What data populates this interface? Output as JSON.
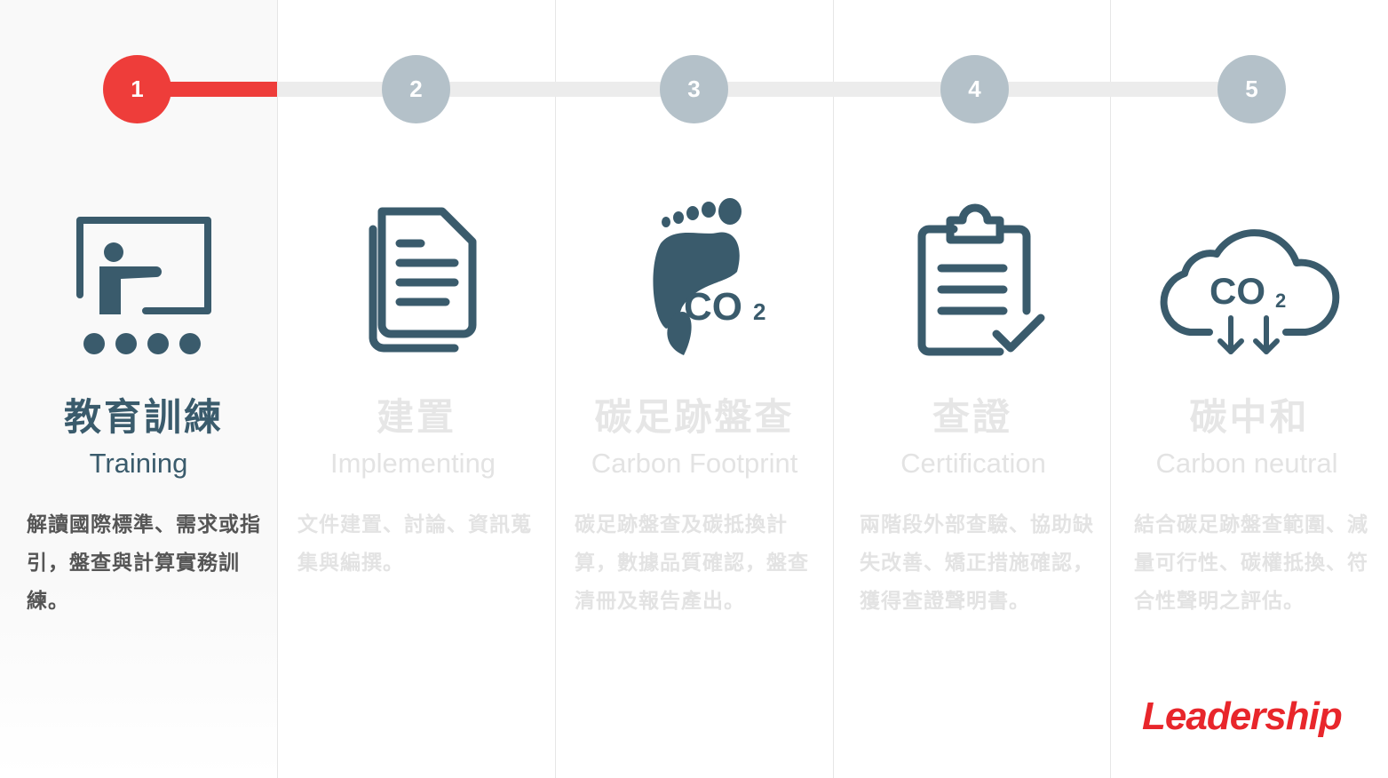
{
  "steps": [
    {
      "number": "1",
      "title": "教育訓練",
      "subtitle": "Training",
      "desc": "解讀國際標準、需求或指引，盤查與計算實務訓練。",
      "icon": "training-board-icon",
      "active": true
    },
    {
      "number": "2",
      "title": "建置",
      "subtitle": "Implementing",
      "desc": "文件建置、討論、資訊蒐集與編撰。",
      "icon": "documents-icon",
      "active": false
    },
    {
      "number": "3",
      "title": "碳足跡盤查",
      "subtitle": "Carbon Footprint",
      "desc": "碳足跡盤查及碳抵換計算，數據品質確認，盤查清冊及報告產出。",
      "icon": "co2-footprint-icon",
      "active": false
    },
    {
      "number": "4",
      "title": "查證",
      "subtitle": "Certification",
      "desc": "兩階段外部查驗、協助缺失改善、矯正措施確認，獲得查證聲明書。",
      "icon": "clipboard-check-icon",
      "active": false
    },
    {
      "number": "5",
      "title": "碳中和",
      "subtitle": "Carbon neutral",
      "desc": "結合碳足跡盤查範圍、減量可行性、碳權抵換、符合性聲明之評估。",
      "icon": "co2-cloud-icon",
      "active": false
    }
  ],
  "colors": {
    "accent": "#ee3d3a",
    "inactive_circle": "#b4c1c9",
    "icon": "#3a5b6c",
    "inactive_text": "#e3e3e3"
  },
  "brand": {
    "logo_text": "Leadership"
  }
}
